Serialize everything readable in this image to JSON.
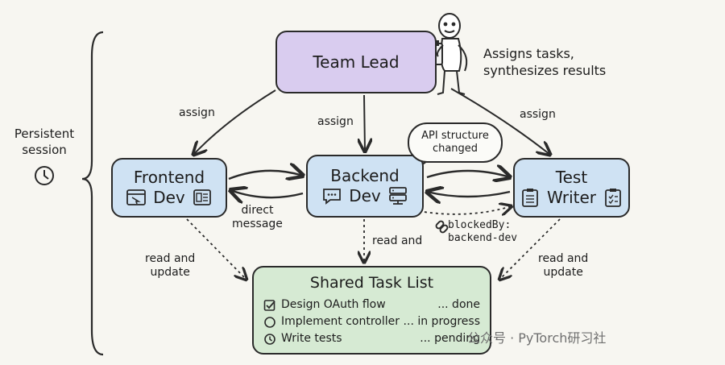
{
  "nodes": {
    "team_lead": "Team Lead",
    "team_lead_note": [
      "Assigns tasks,",
      "synthesizes results"
    ],
    "frontend": [
      "Frontend",
      "Dev"
    ],
    "backend": [
      "Backend",
      "Dev"
    ],
    "test_writer": [
      "Test",
      "Writer"
    ]
  },
  "edge_labels": {
    "assign_left": "assign",
    "assign_center": "assign",
    "assign_right": "assign",
    "direct_message": [
      "direct",
      "message"
    ],
    "read_update_left": [
      "read and",
      "update"
    ],
    "read_center": "read and",
    "read_update_right": [
      "read and",
      "update"
    ],
    "blocked_by": [
      "blockedBy:",
      "backend-dev"
    ]
  },
  "speech_bubble": [
    "API structure",
    "changed"
  ],
  "session": {
    "label": [
      "Persistent",
      "session"
    ],
    "icon": "clock-icon"
  },
  "task_list": {
    "title": "Shared Task List",
    "items": [
      {
        "icon": "checkbox-checked-icon",
        "name": "Design OAuth flow",
        "status": "... done"
      },
      {
        "icon": "circle-icon",
        "name": "Implement controller",
        "status": "... in progress"
      },
      {
        "icon": "clock-icon",
        "name": "Write tests",
        "status": "... pending"
      }
    ]
  },
  "watermark": "公众号 · PyTorch研习社",
  "colors": {
    "lead": "#d9ccef",
    "worker": "#cfe2f3",
    "tasks": "#d6ead3",
    "line": "#2a2a2a"
  }
}
